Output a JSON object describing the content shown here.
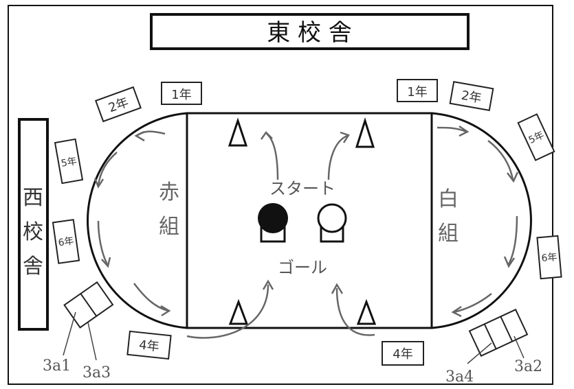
{
  "buildings": {
    "east": "東 校 舎",
    "west_chars": [
      "西",
      "校",
      "舎"
    ]
  },
  "teams": {
    "red_chars": [
      "赤",
      "組"
    ],
    "white_chars": [
      "白",
      "組"
    ]
  },
  "labels": {
    "start": "スタート",
    "goal": "ゴール"
  },
  "grade_signs": {
    "red_1": "1年",
    "red_2": "2年",
    "red_5": "5年",
    "red_6": "6年",
    "red_4": "4年",
    "white_1": "1年",
    "white_2": "2年",
    "white_5": "5年",
    "white_6": "6年",
    "white_4": "4年"
  },
  "class_labels": {
    "c3a1": "3a1",
    "c3a3": "3a3",
    "c3a4": "3a4",
    "c3a2": "3a2"
  },
  "colors": {
    "line": "#111111",
    "hand": "#555555",
    "red_ball": "#111111",
    "white_ball": "#ffffff"
  }
}
